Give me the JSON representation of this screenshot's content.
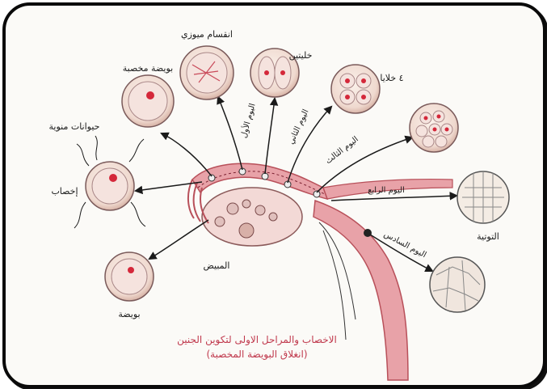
{
  "labels": {
    "meiosis": "انقسام ميوزي",
    "fertilized_egg": "بويضة مخصبة",
    "two_cells": "خليتين",
    "four_cells": "٤ خلايا",
    "sperm": "حيوانات منوية",
    "fertilization": "إخصاب",
    "egg": "بويضة",
    "ovary": "المبيض",
    "morula": "التوتية",
    "day1": "اليوم الأول",
    "day2": "اليوم الثاني",
    "day3": "اليوم الثالث",
    "day4": "اليوم الرابع",
    "day6": "اليوم السادس"
  },
  "caption": {
    "line1": "الاخصاب والمراحل الاولى لتكوين الجنين",
    "line2": "(انغلاق البويضة المخصبة)"
  },
  "colors": {
    "tube_pink": "#e8a2a8",
    "tube_dark": "#b8505a",
    "nucleus_red": "#d4283a",
    "caption": "#c0394d"
  }
}
